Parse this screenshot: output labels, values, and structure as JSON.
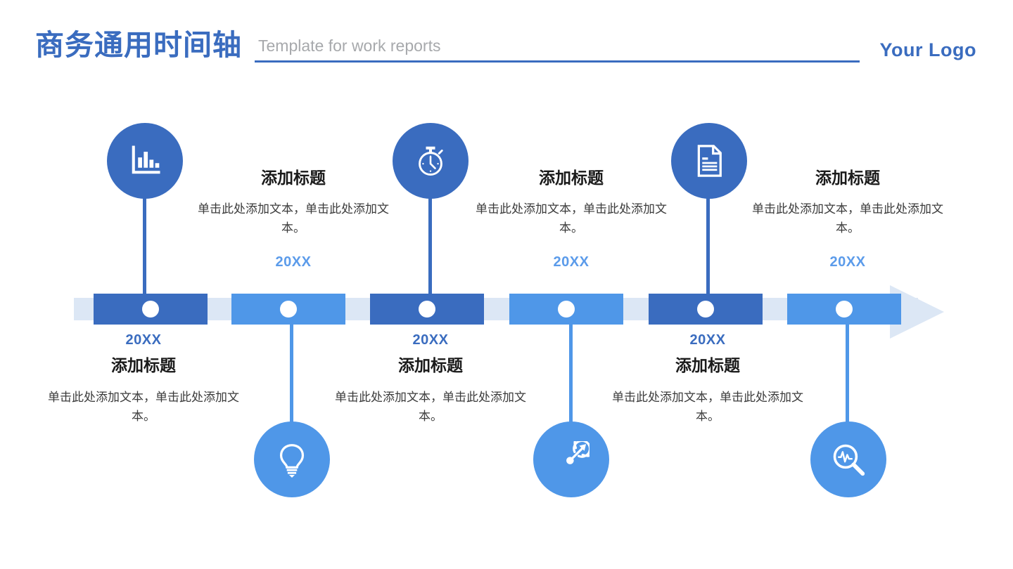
{
  "header": {
    "title_cn": "商务通用时间轴",
    "title_en": "Template for work reports",
    "logo": "Your Logo",
    "accent_dark": "#3a6cbf",
    "accent_light": "#4f97e8",
    "track_color": "#dce7f5",
    "subtitle_color": "#a7a9ac"
  },
  "timeline": {
    "segments": [
      {
        "tone": "dark",
        "icon": "bar-chart-icon",
        "position": "above"
      },
      {
        "tone": "light",
        "icon": "lightbulb-icon",
        "position": "below"
      },
      {
        "tone": "dark",
        "icon": "stopwatch-icon",
        "position": "above"
      },
      {
        "tone": "light",
        "icon": "target-icon",
        "position": "below"
      },
      {
        "tone": "dark",
        "icon": "document-icon",
        "position": "above"
      },
      {
        "tone": "light",
        "icon": "analytics-search-icon",
        "position": "below"
      }
    ],
    "items": [
      {
        "year": "20XX",
        "title": "添加标题",
        "body": "单击此处添加文本，单击此处添加文本。",
        "side": "below",
        "year_tone": "dark"
      },
      {
        "year": "20XX",
        "title": "添加标题",
        "body": "单击此处添加文本，单击此处添加文本。",
        "side": "above",
        "year_tone": "light"
      },
      {
        "year": "20XX",
        "title": "添加标题",
        "body": "单击此处添加文本，单击此处添加文本。",
        "side": "below",
        "year_tone": "dark"
      },
      {
        "year": "20XX",
        "title": "添加标题",
        "body": "单击此处添加文本，单击此处添加文本。",
        "side": "above",
        "year_tone": "light"
      },
      {
        "year": "20XX",
        "title": "添加标题",
        "body": "单击此处添加文本，单击此处添加文本。",
        "side": "below",
        "year_tone": "dark"
      },
      {
        "year": "20XX",
        "title": "添加标题",
        "body": "单击此处添加文本，单击此处添加文本。",
        "side": "above",
        "year_tone": "light"
      }
    ]
  }
}
